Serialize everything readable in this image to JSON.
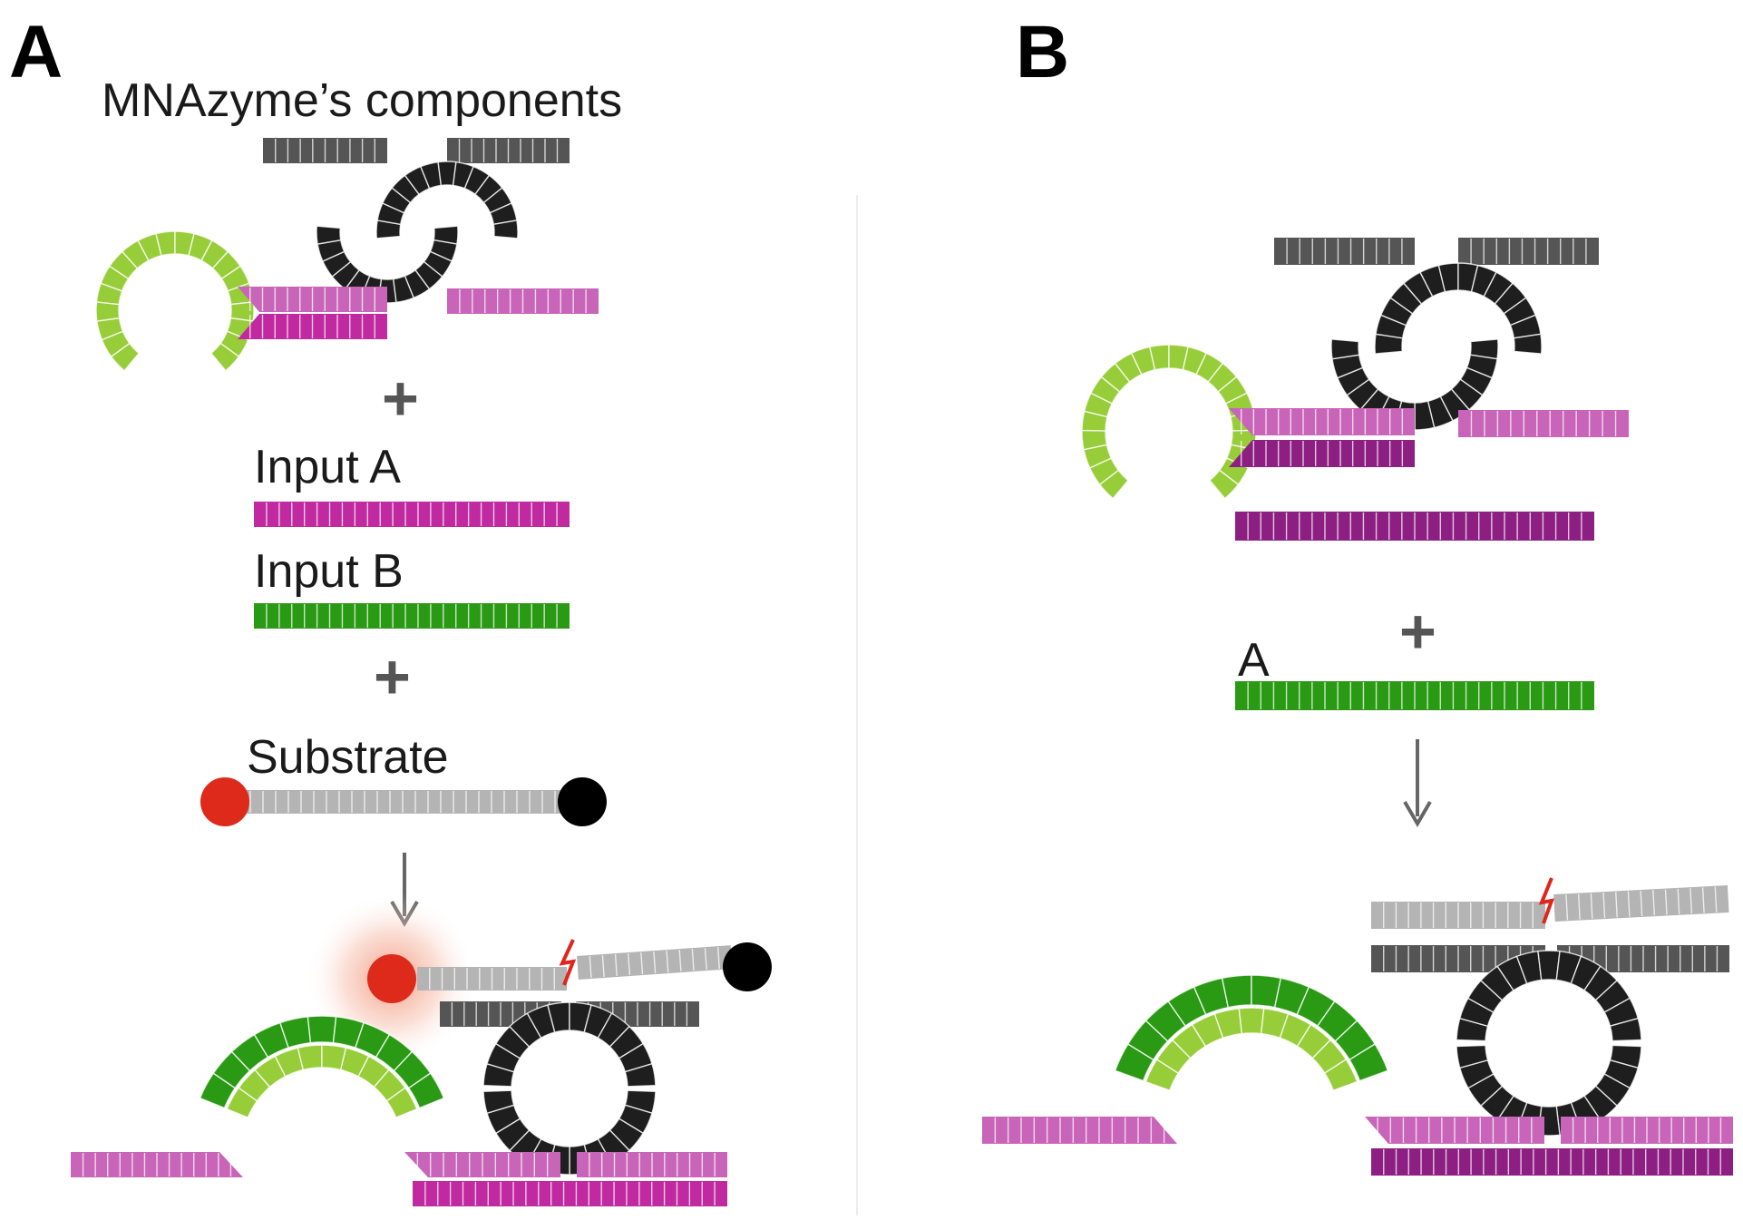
{
  "panels": {
    "a": {
      "label": "A",
      "components_title": "MNAzyme’s components",
      "plus_1": "+",
      "input_a_label": "Input A",
      "input_b_label": "Input B",
      "plus_2": "+",
      "substrate_label": "Substrate"
    },
    "b": {
      "label": "B",
      "plus": "+",
      "input_label": "A"
    }
  },
  "colors": {
    "magenta": "#c0299f",
    "magenta_light": "#c865b8",
    "purple_dark": "#8d1f83",
    "green": "#2a9a14",
    "green_light": "#98cd3a",
    "black_arm": "#1e1e1e",
    "dark_gray": "#555555",
    "light_gray": "#b4b4b4",
    "fluorophore_red": "#dd2a1a",
    "quencher_black": "#000000",
    "cleavage_mark": "#e0251b"
  }
}
